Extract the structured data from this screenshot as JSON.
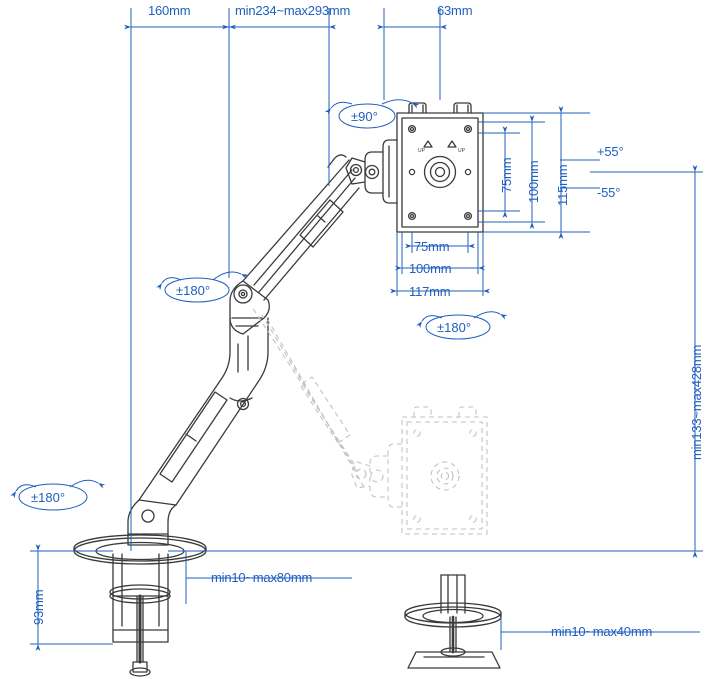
{
  "diagram": {
    "title": "Monitor arm mount dimension diagram",
    "accent_color": "#1f5fbf",
    "line_color": "#3a3a3a",
    "top_dimensions": [
      {
        "label": "160mm"
      },
      {
        "label": "min234~max293mm"
      },
      {
        "label": "63mm"
      }
    ],
    "vesa_vertical": [
      {
        "label": "75mm"
      },
      {
        "label": "100mm"
      },
      {
        "label": "115mm"
      }
    ],
    "vesa_horizontal": [
      {
        "label": "75mm"
      },
      {
        "label": "100mm"
      },
      {
        "label": "117mm"
      }
    ],
    "rotation_labels": [
      {
        "label": "±90°"
      },
      {
        "label": "±180°"
      },
      {
        "label": "±180°"
      },
      {
        "label": "±180°"
      }
    ],
    "tilt_labels": [
      {
        "label": "+55°"
      },
      {
        "label": "-55°"
      }
    ],
    "height_range": {
      "label": "min133~max428mm"
    },
    "clamp_height": {
      "label": "93mm"
    },
    "clamp_range": {
      "label": "min10~max80mm"
    },
    "grommet_range": {
      "label": "min10~max40mm"
    }
  }
}
